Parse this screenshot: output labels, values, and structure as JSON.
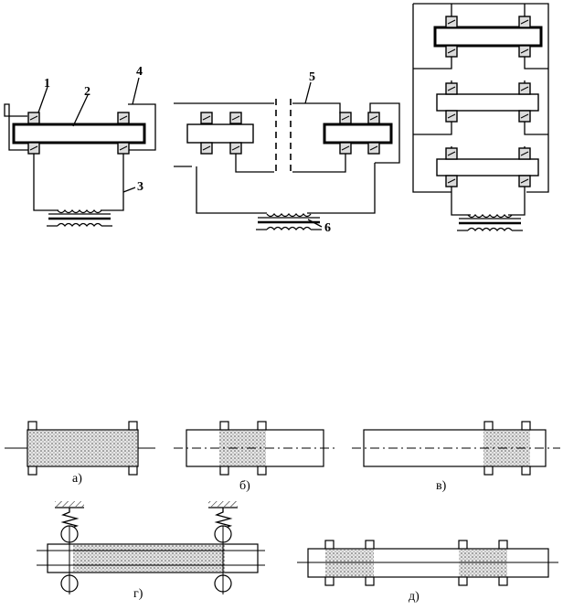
{
  "top_labels": {
    "n1": "1",
    "n2": "2",
    "n3": "3",
    "n4": "4",
    "n5": "5",
    "n6": "6"
  },
  "captions": {
    "a": "а)",
    "b": "б)",
    "v": "в)",
    "g": "г)",
    "d": "д)"
  }
}
